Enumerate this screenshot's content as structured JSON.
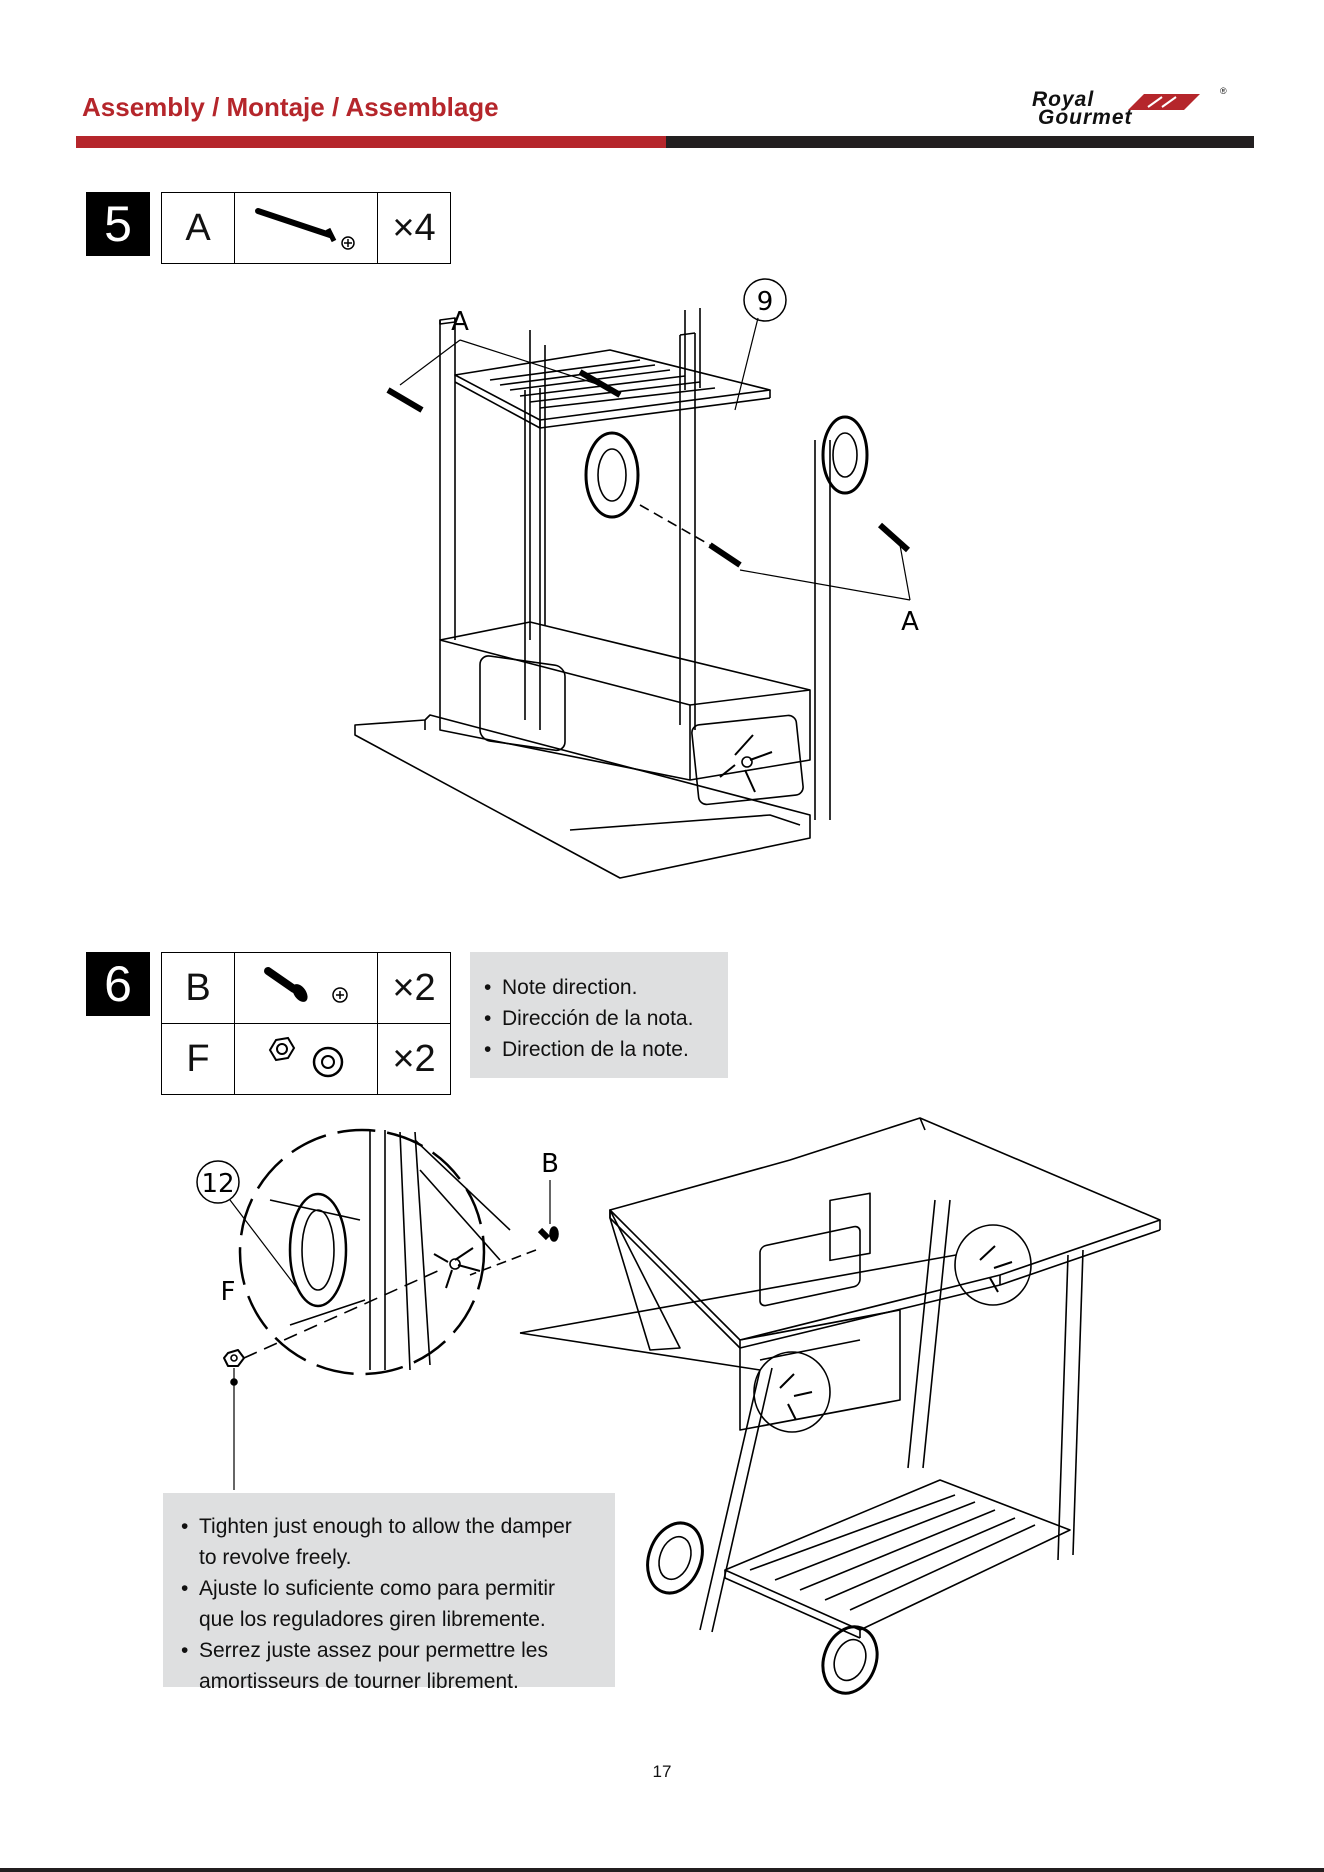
{
  "header": {
    "title": "Assembly / Montaje / Assemblage",
    "brand_line1": "Royal",
    "brand_line2": "Gourmet",
    "registered_mark": "®",
    "accent_color": "#b5262b",
    "dark_color": "#231f20"
  },
  "step5": {
    "number": "5",
    "parts": [
      {
        "letter": "A",
        "qty": "×4",
        "icon": "long-bolt-icon"
      }
    ],
    "callouts": {
      "part_label_top": "A",
      "part_label_bottom": "A",
      "component_number": "9"
    }
  },
  "step6": {
    "number": "6",
    "parts": [
      {
        "letter": "B",
        "qty": "×2",
        "icon": "short-bolt-icon"
      },
      {
        "letter": "F",
        "qty": "×2",
        "icon": "nut-washer-icon"
      }
    ],
    "note_items": [
      "Note direction.",
      "Dirección de la nota.",
      "Direction de la note."
    ],
    "callouts": {
      "component_number": "12",
      "label_f": "F",
      "label_b": "B"
    },
    "instruction_lines": [
      [
        "Tighten just enough to allow the damper",
        "to revolve freely."
      ],
      [
        "Ajuste lo suficiente como para permitir",
        "que los reguladores giren libremente."
      ],
      [
        "Serrez juste assez pour permettre les",
        "amortisseurs de tourner librement."
      ]
    ]
  },
  "footer": {
    "page_number": "17"
  }
}
